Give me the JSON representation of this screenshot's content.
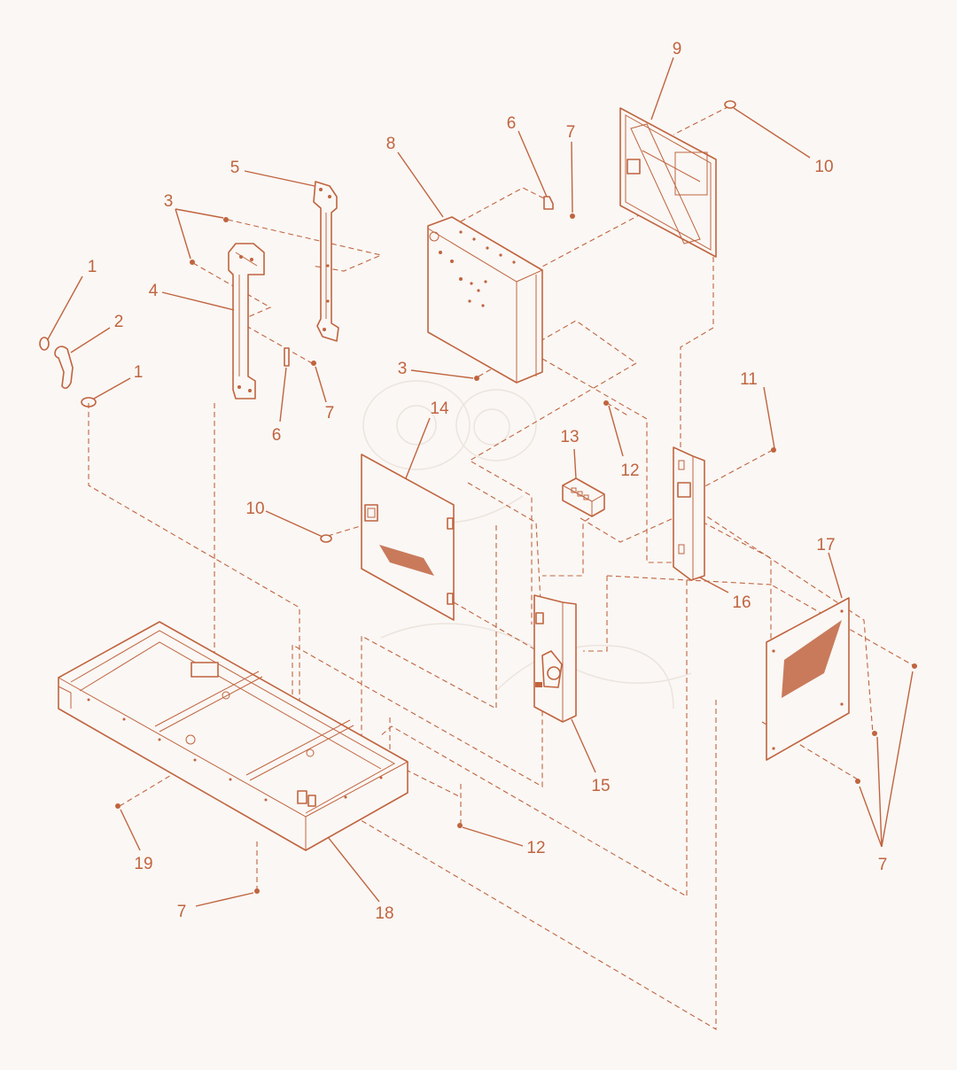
{
  "diagram": {
    "accent_color": "#c0643f",
    "background_color": "#faf7f4",
    "callouts": [
      {
        "id": "c1a",
        "label": "1"
      },
      {
        "id": "c2",
        "label": "2"
      },
      {
        "id": "c1b",
        "label": "1"
      },
      {
        "id": "c3a",
        "label": "3"
      },
      {
        "id": "c4",
        "label": "4"
      },
      {
        "id": "c5",
        "label": "5"
      },
      {
        "id": "c6a",
        "label": "6"
      },
      {
        "id": "c7a",
        "label": "7"
      },
      {
        "id": "c8",
        "label": "8"
      },
      {
        "id": "c6b",
        "label": "6"
      },
      {
        "id": "c7b",
        "label": "7"
      },
      {
        "id": "c9",
        "label": "9"
      },
      {
        "id": "c10a",
        "label": "10"
      },
      {
        "id": "c3b",
        "label": "3"
      },
      {
        "id": "c14",
        "label": "14"
      },
      {
        "id": "c13",
        "label": "13"
      },
      {
        "id": "c12a",
        "label": "12"
      },
      {
        "id": "c11",
        "label": "11"
      },
      {
        "id": "c10b",
        "label": "10"
      },
      {
        "id": "c16",
        "label": "16"
      },
      {
        "id": "c17",
        "label": "17"
      },
      {
        "id": "c15",
        "label": "15"
      },
      {
        "id": "c7c",
        "label": "7"
      },
      {
        "id": "c19",
        "label": "19"
      },
      {
        "id": "c12b",
        "label": "12"
      },
      {
        "id": "c7d",
        "label": "7"
      },
      {
        "id": "c18",
        "label": "18"
      }
    ]
  }
}
